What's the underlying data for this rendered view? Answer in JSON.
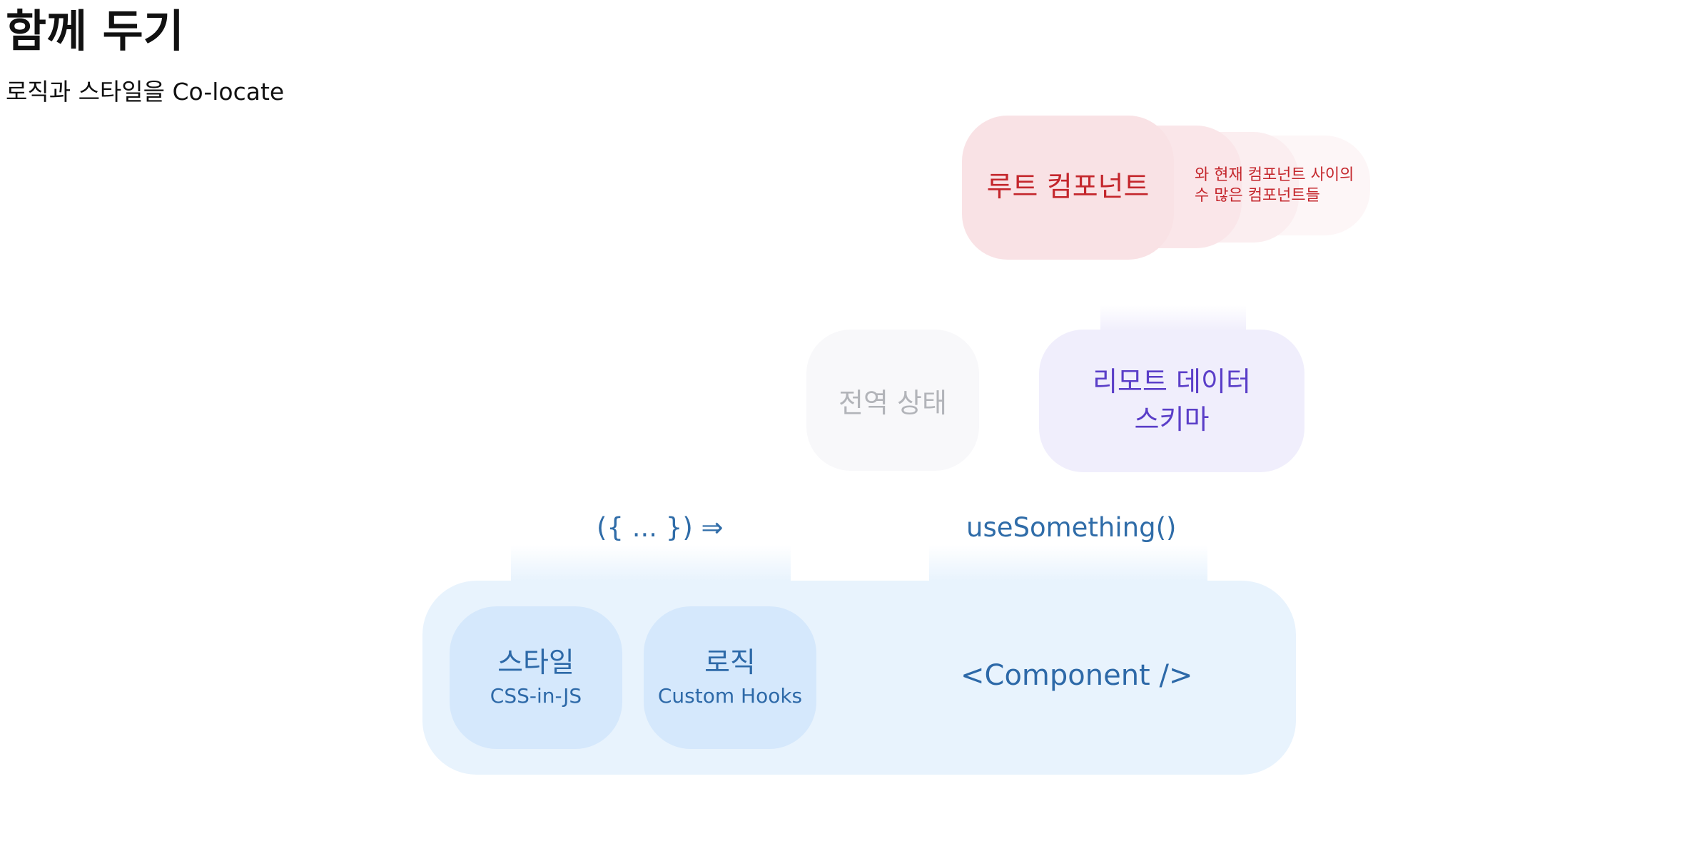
{
  "header": {
    "title": "함께 두기",
    "subtitle": "로직과 스타일을 Co-locate"
  },
  "diagram": {
    "root": {
      "label": "루트 컴포넌트",
      "note_line1": "와 현재 컴포넌트 사이의",
      "note_line2": "수 많은 컴포넌트들"
    },
    "global_state": {
      "label": "전역 상태"
    },
    "remote_data": {
      "line1": "리모트 데이터",
      "line2": "스키마"
    },
    "props_signature": "({ ... }) ⇒",
    "hook_call": "useSomething()",
    "component": {
      "label": "<Component />",
      "style": {
        "title": "스타일",
        "subtitle": "CSS-in-JS"
      },
      "logic": {
        "title": "로직",
        "subtitle": "Custom Hooks"
      }
    },
    "colors": {
      "root": "#c4262c",
      "global_state": "#b2b4b9",
      "remote_data": "#5a3ec8",
      "component": "#2d69a8"
    }
  }
}
